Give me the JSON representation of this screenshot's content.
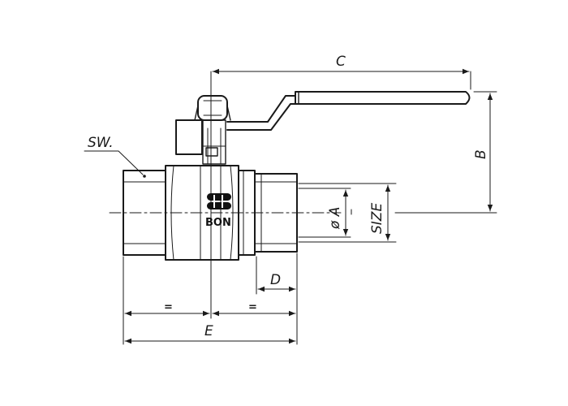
{
  "labels": {
    "sw": "SW.",
    "c": "C",
    "b": "B",
    "d": "D",
    "e": "E",
    "size": "SIZE",
    "phi_a": "ø A",
    "eq_left": "=",
    "eq_right": "=",
    "brand": "BON"
  },
  "colors": {
    "line": "#1a1a1a",
    "background": "#ffffff"
  }
}
